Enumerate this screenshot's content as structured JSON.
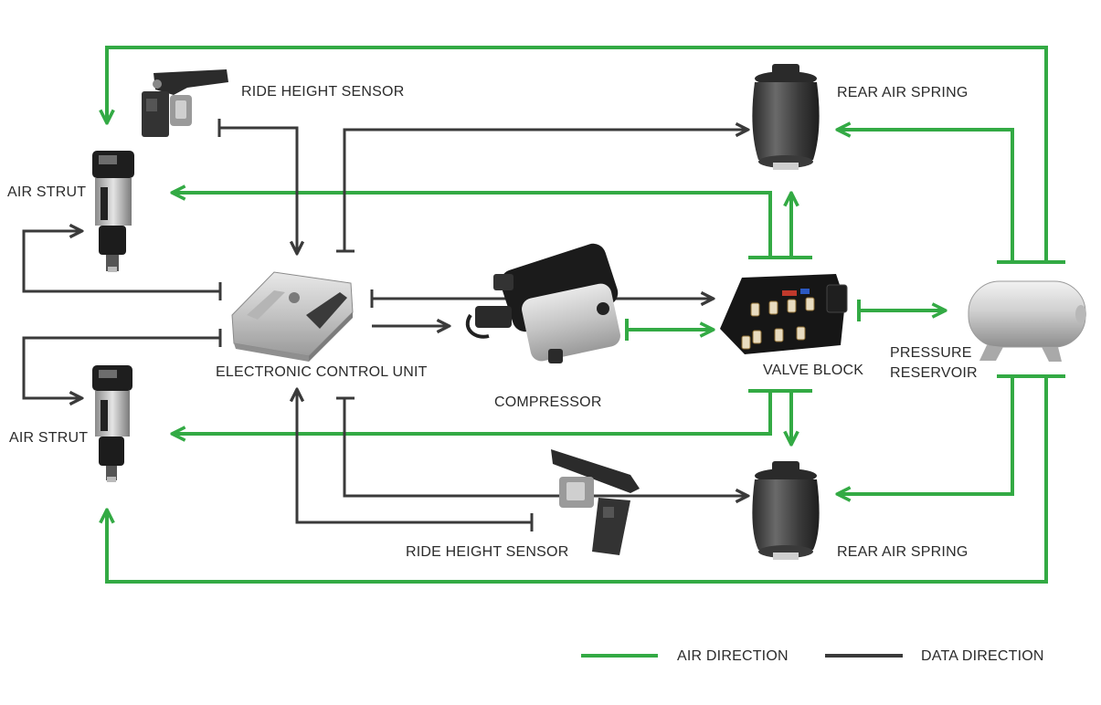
{
  "components": {
    "ride_height_sensor_top": "RIDE HEIGHT SENSOR",
    "ride_height_sensor_bottom": "RIDE HEIGHT SENSOR",
    "air_strut_top": "AIR STRUT",
    "air_strut_bottom": "AIR STRUT",
    "ecu": "ELECTRONIC CONTROL UNIT",
    "compressor": "COMPRESSOR",
    "valve_block": "VALVE BLOCK",
    "pressure_reservoir_line1": "PRESSURE",
    "pressure_reservoir_line2": "RESERVOIR",
    "rear_air_spring_top": "REAR AIR SPRING",
    "rear_air_spring_bottom": "REAR AIR SPRING"
  },
  "legend": {
    "air": "AIR DIRECTION",
    "data": "DATA DIRECTION"
  },
  "colors": {
    "air": "#33aa44",
    "data": "#3a3a3a"
  }
}
